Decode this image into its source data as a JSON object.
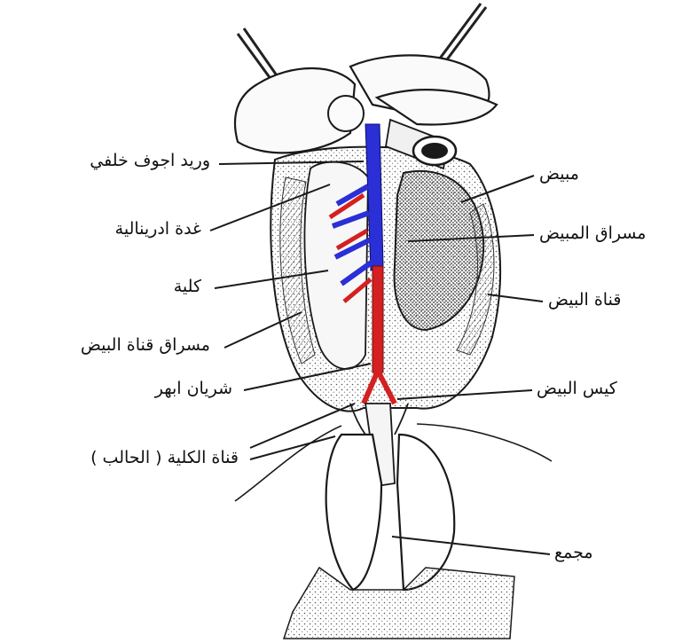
{
  "labels": {
    "posterior_vena_cava": "وريد اجوف خلفي",
    "adrenal_gland": "غدة ادرينالية",
    "kidney": "كلية",
    "oviduct_mesentery": "مسراق قناة البيض",
    "dorsal_aorta": "شريان ابهر",
    "urinary_duct": "قناة الكلية ( الحالب )",
    "ovary": "مبيض",
    "ovary_mesentery": "مسراق المبيض",
    "oviduct": "قناة البيض",
    "egg_sac": "كيس البيض",
    "cloaca": "مجمع"
  },
  "colors": {
    "vein": "#2a2fd6",
    "artery": "#d42020",
    "outline": "#1a1a1a"
  }
}
